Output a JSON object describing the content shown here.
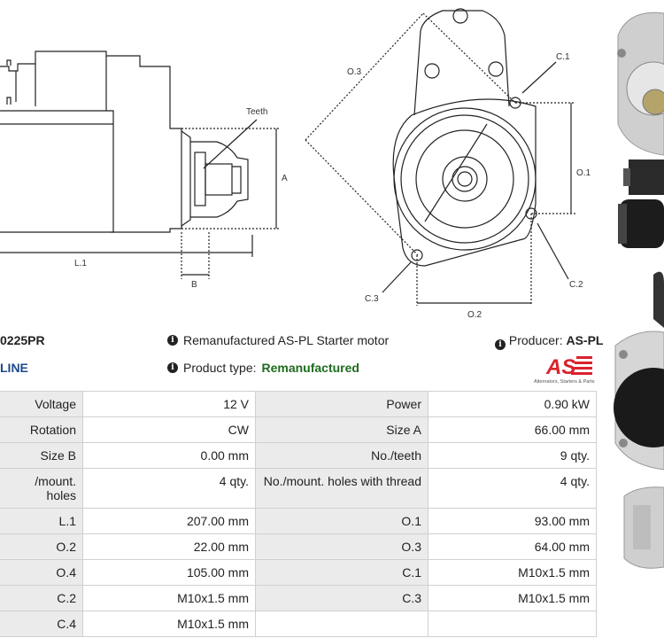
{
  "drawing": {
    "side_labels": {
      "teeth": "Teeth",
      "a": "A",
      "b": "B",
      "l1": "L.1"
    },
    "front_labels": {
      "o3": "O.3",
      "c1": "C.1",
      "o1": "O.1",
      "c2": "C.2",
      "c3": "C.3",
      "o2": "O.2"
    }
  },
  "product": {
    "part_number": "0225PR",
    "line": "LINE",
    "description_prefix": "Remanufactured AS-PL Starter motor",
    "type_label": "Product type:",
    "type_value": "Remanufactured",
    "producer_label": "Producer:",
    "producer_value": "AS-PL",
    "logo_text": "AS",
    "logo_subtext": "Alternators, Starters & Parts"
  },
  "specs": [
    {
      "l1": "Voltage",
      "v1": "12 V",
      "l2": "Power",
      "v2": "0.90 kW"
    },
    {
      "l1": "Rotation",
      "v1": "CW",
      "l2": "Size A",
      "v2": "66.00 mm"
    },
    {
      "l1": "Size B",
      "v1": "0.00 mm",
      "l2": "No./teeth",
      "v2": "9 qty."
    },
    {
      "l1": "/mount. holes",
      "v1": "4 qty.",
      "l2": "No./mount. holes with thread",
      "v2": "4 qty."
    },
    {
      "l1": "L.1",
      "v1": "207.00 mm",
      "l2": "O.1",
      "v2": "93.00 mm"
    },
    {
      "l1": "O.2",
      "v1": "22.00 mm",
      "l2": "O.3",
      "v2": "64.00 mm"
    },
    {
      "l1": "O.4",
      "v1": "105.00 mm",
      "l2": "C.1",
      "v2": "M10x1.5 mm"
    },
    {
      "l1": "C.2",
      "v1": "M10x1.5 mm",
      "l2": "C.3",
      "v2": "M10x1.5 mm"
    },
    {
      "l1": "C.4",
      "v1": "M10x1.5 mm",
      "l2": "",
      "v2": ""
    }
  ],
  "colors": {
    "logo_red": "#d9232e",
    "line_blue": "#1d4a8c",
    "type_green": "#1e6b1e",
    "label_bg": "#ebebeb"
  }
}
